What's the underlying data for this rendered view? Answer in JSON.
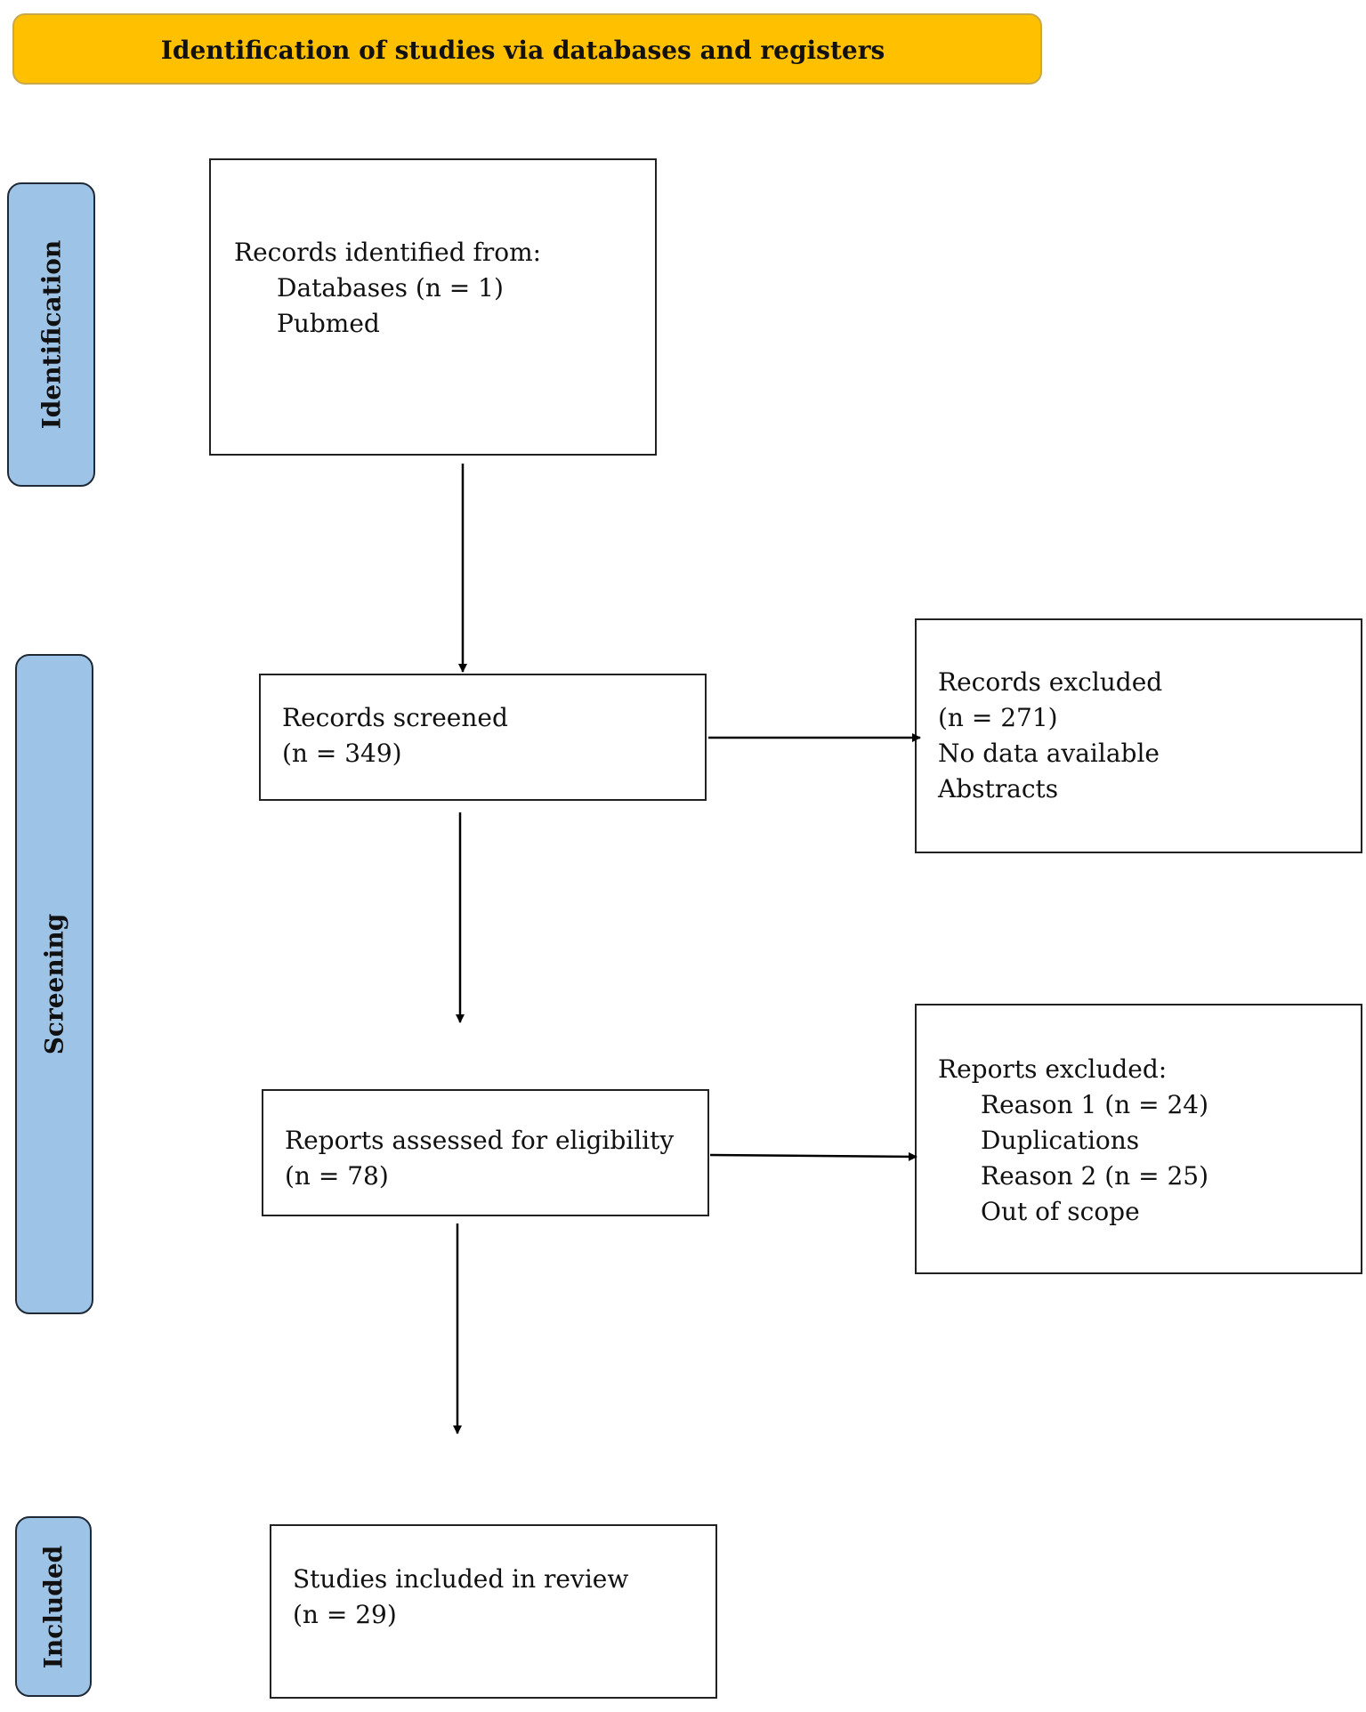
{
  "header": {
    "title": "Identification of studies via databases and registers"
  },
  "phases": {
    "identification": "Identification",
    "screening": "Screening",
    "included": "Included"
  },
  "boxes": {
    "records_identified": {
      "heading": "Records identified from:",
      "databases": "Databases (n = 1)",
      "source": "Pubmed"
    },
    "records_screened": {
      "label": "Records screened",
      "count": "(n = 349)"
    },
    "records_excluded": {
      "label": "Records excluded",
      "count": "(n = 271)",
      "reason_1": "No data available",
      "reason_2": "Abstracts"
    },
    "reports_assessed": {
      "label": "Reports assessed for eligibility",
      "count": "(n = 78)"
    },
    "reports_excluded": {
      "heading": "Reports excluded:",
      "reason_1": "Reason 1 (n = 24)",
      "reason_1_desc": "Duplications",
      "reason_2": "Reason 2 (n = 25)",
      "reason_2_desc": "Out of scope"
    },
    "studies_included": {
      "label": "Studies included in review",
      "count": "(n = 29)"
    }
  },
  "colors": {
    "header_fill": "#ffc000",
    "phase_fill": "#9dc3e6",
    "box_border": "#222222",
    "arrow": "#000000"
  }
}
